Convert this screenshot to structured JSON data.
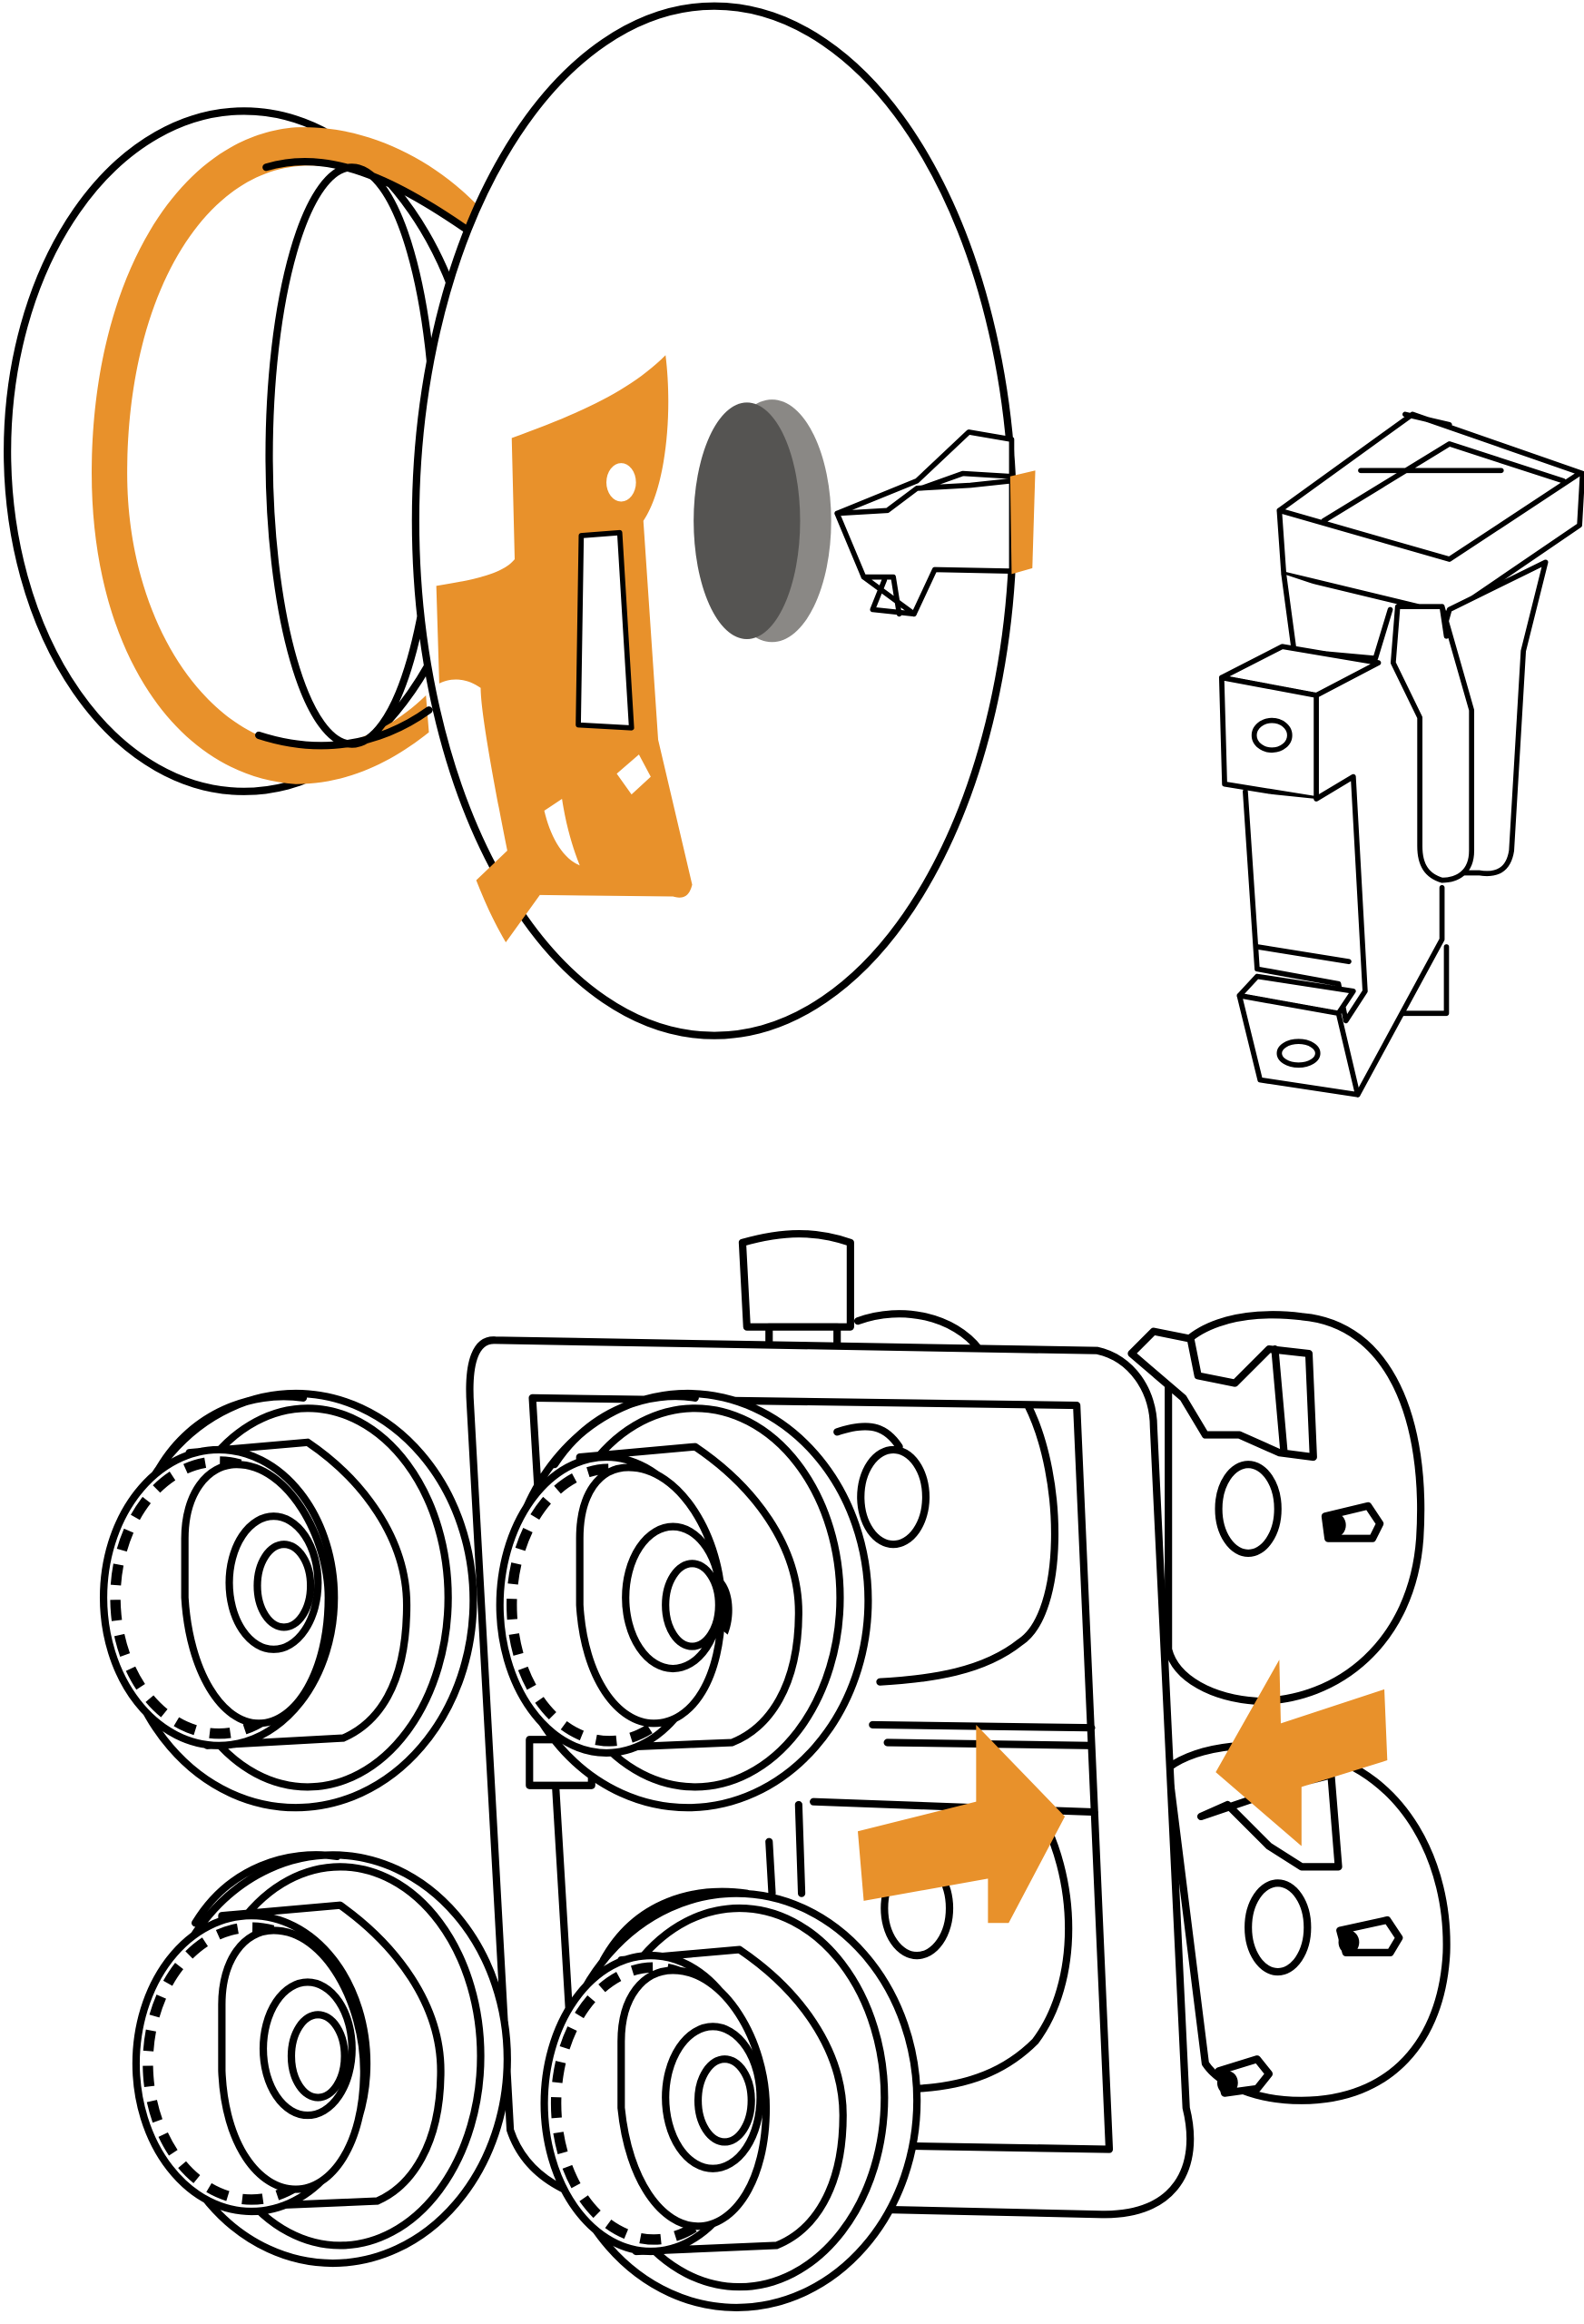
{
  "colors": {
    "accent": "#e8912b",
    "line": "#000000",
    "background": "#ffffff",
    "hub_dark": "#555452",
    "hub_mid": "#8a8885"
  },
  "figure": {
    "top_section": [
      "spool-retainer-ring",
      "wire-spool-disc",
      "spool-brake-tab",
      "spool-clip-bracket"
    ],
    "bottom_section": [
      "drive-roll-frame",
      "drive-rolls",
      "pressure-arm-assembly",
      "direction-arrows"
    ],
    "arrow_count": 2,
    "drive_roll_count": 4
  }
}
